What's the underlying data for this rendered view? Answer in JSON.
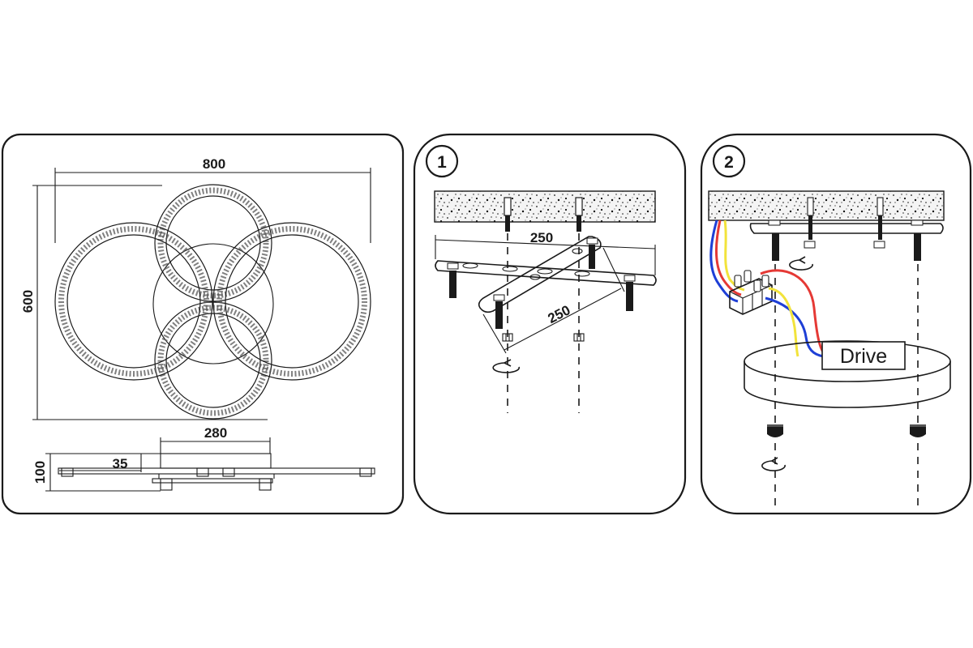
{
  "panels": {
    "dimensions": {
      "width_label": "800",
      "height_label": "600",
      "base_label": "280",
      "depth_label": "100",
      "offset_label": "35"
    },
    "step1": {
      "step_number": "1",
      "spacing_label_a": "250",
      "spacing_label_b": "250"
    },
    "step2": {
      "step_number": "2",
      "drive_label": "Drive"
    }
  },
  "colors": {
    "line": "#1a1a1a",
    "wire_red": "#e53935",
    "wire_blue": "#1e3fd6",
    "wire_yellow": "#f2e33b"
  },
  "icons": [
    "rotate-arrow-icon",
    "screw-icon",
    "ceiling-icon",
    "terminal-block-icon"
  ]
}
